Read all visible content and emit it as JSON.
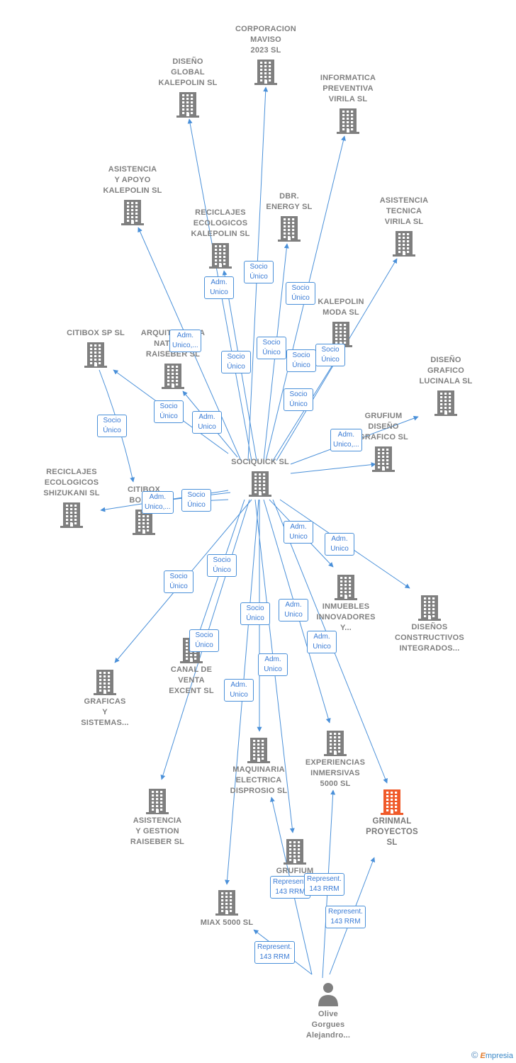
{
  "colors": {
    "line": "#4a90d9",
    "company": "#7f7f7f",
    "highlight": "#f05a2a",
    "person": "#7f7f7f"
  },
  "nodes": [
    {
      "id": "sociquick",
      "label": "SOCIQUICK  SL",
      "type": "company"
    },
    {
      "id": "corporacion",
      "label": "CORPORACION\nMAVISO\n2023  SL",
      "type": "company"
    },
    {
      "id": "disenoglobal",
      "label": "DISEÑO\nGLOBAL\nKALEPOLIN  SL",
      "type": "company"
    },
    {
      "id": "informatica",
      "label": "INFORMATICA\nPREVENTIVA\nVIRILA  SL",
      "type": "company"
    },
    {
      "id": "asistapoyo",
      "label": "ASISTENCIA\nY APOYO\nKALEPOLIN  SL",
      "type": "company"
    },
    {
      "id": "dbr",
      "label": "DBR.\nENERGY  SL",
      "type": "company"
    },
    {
      "id": "reciclajesk",
      "label": "RECICLAJES\nECOLOGICOS\nKALEPOLIN  SL",
      "type": "company"
    },
    {
      "id": "asisttecnica",
      "label": "ASISTENCIA\nTECNICA\nVIRILA  SL",
      "type": "company"
    },
    {
      "id": "kalepolinmoda",
      "label": "KALEPOLIN\nMODA  SL",
      "type": "company"
    },
    {
      "id": "citibox",
      "label": "CITIBOX SP  SL",
      "type": "company"
    },
    {
      "id": "arquitectura",
      "label": "ARQUITECTURA\nNATURAL\nRAISEBER  SL",
      "type": "company"
    },
    {
      "id": "disenografico",
      "label": "DISEÑO\nGRAFICO\nLUCINALA  SL",
      "type": "company"
    },
    {
      "id": "grufiumdiseno",
      "label": "GRUFIUM\nDISEÑO\nGRAFICO  SL",
      "type": "company"
    },
    {
      "id": "reciclajess",
      "label": "RECICLAJES\nECOLOGICOS\nSHIZUKANI  SL",
      "type": "company"
    },
    {
      "id": "citiboxboxco",
      "label": "CITIBOX\nBOXCO",
      "type": "company"
    },
    {
      "id": "inmuebles",
      "label": "INMUEBLES\nINNOVADORES\nY...",
      "type": "company"
    },
    {
      "id": "disenosconst",
      "label": "DISEÑOS\nCONSTRUCTIVOS\nINTEGRADOS...",
      "type": "company"
    },
    {
      "id": "canal",
      "label": "CANAL DE\nVENTA\nEXCENT  SL",
      "type": "company"
    },
    {
      "id": "graficas",
      "label": "GRAFICAS\nY\nSISTEMAS...",
      "type": "company"
    },
    {
      "id": "maquinaria",
      "label": "MAQUINARIA\nELECTRICA\nDISPROSIO  SL",
      "type": "company"
    },
    {
      "id": "experiencias",
      "label": "EXPERIENCIAS\nINMERSIVAS\n5000  SL",
      "type": "company"
    },
    {
      "id": "grinmal",
      "label": "GRINMAL\nPROYECTOS\nSL",
      "type": "highlight"
    },
    {
      "id": "asistgestion",
      "label": "ASISTENCIA\nY GESTION\nRAISEBER  SL",
      "type": "company"
    },
    {
      "id": "grufiumb",
      "label": "GRUFIUM\nB...\nB...",
      "type": "company"
    },
    {
      "id": "miax",
      "label": "MIAX 5000  SL",
      "type": "company"
    },
    {
      "id": "person",
      "label": "Olive\nGorgues\nAlejandro...",
      "type": "person"
    }
  ],
  "edges": [
    {
      "label": "Socio\nÚnico"
    },
    {
      "label": "Adm.\nUnico"
    },
    {
      "label": "Socio\nÚnico"
    },
    {
      "label": "Adm.\nUnico,..."
    },
    {
      "label": "Socio\nÚnico"
    },
    {
      "label": "Socio\nÚnico"
    },
    {
      "label": "Socio\nÚnico"
    },
    {
      "label": "Socio\nÚnico"
    },
    {
      "label": "Socio\nÚnico"
    },
    {
      "label": "Adm.\nUnico"
    },
    {
      "label": "Socio\nÚnico"
    },
    {
      "label": "Adm.\nUnico,..."
    },
    {
      "label": "Socio\nÚnico"
    },
    {
      "label": "Adm.\nUnico,..."
    },
    {
      "label": "Socio\nÚnico"
    },
    {
      "label": "Adm.\nUnico"
    },
    {
      "label": "Adm.\nUnico"
    },
    {
      "label": "Socio\nÚnico"
    },
    {
      "label": "Socio\nÚnico"
    },
    {
      "label": "Socio\nÚnico"
    },
    {
      "label": "Adm.\nUnico"
    },
    {
      "label": "Adm.\nUnico"
    },
    {
      "label": "Socio\nÚnico"
    },
    {
      "label": "Adm.\nUnico"
    },
    {
      "label": "Adm.\nUnico"
    },
    {
      "label": "Represent.\n143 RRM"
    },
    {
      "label": "Represent.\n143 RRM"
    },
    {
      "label": "Represent.\n143 RRM"
    },
    {
      "label": "Represent.\n143 RRM"
    }
  ],
  "footer": {
    "copyright": "©",
    "brand_initial": "E",
    "brand_rest": "mpresia"
  }
}
